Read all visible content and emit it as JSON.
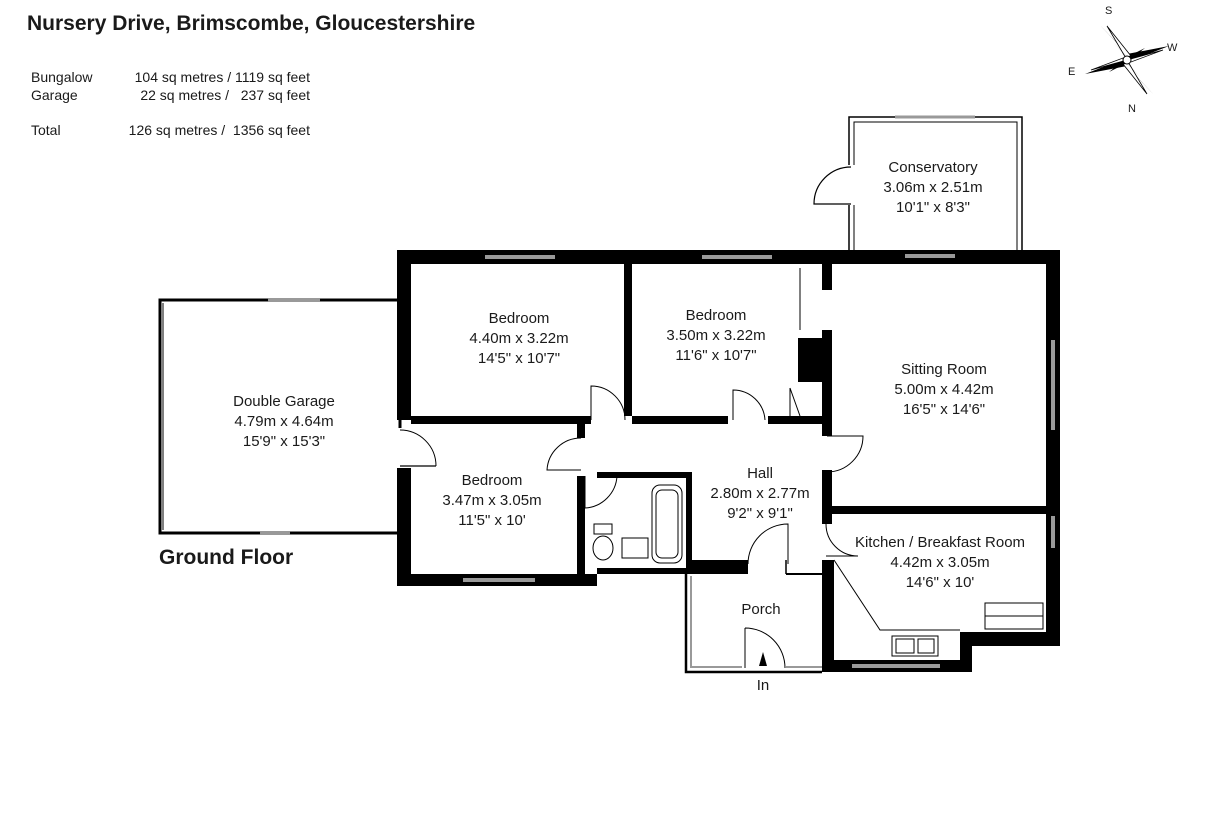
{
  "title": "Nursery Drive, Brimscombe, Gloucestershire",
  "floor_label": "Ground Floor",
  "areas": [
    {
      "label": "Bungalow",
      "value": "104 sq metres / 1119 sq feet"
    },
    {
      "label": "Garage",
      "value": "22 sq metres /   237 sq feet"
    },
    {
      "label": "Total",
      "value": "126 sq metres /  1356 sq feet"
    }
  ],
  "rooms": {
    "conservatory": {
      "name": "Conservatory",
      "metric": "3.06m x 2.51m",
      "imperial": "10'1\" x 8'3\""
    },
    "bedroom_1": {
      "name": "Bedroom",
      "metric": "4.40m x 3.22m",
      "imperial": "14'5\" x 10'7\""
    },
    "bedroom_2": {
      "name": "Bedroom",
      "metric": "3.50m x 3.22m",
      "imperial": "11'6\" x 10'7\""
    },
    "sitting_room": {
      "name": "Sitting Room",
      "metric": "5.00m x 4.42m",
      "imperial": "16'5\" x 14'6\""
    },
    "double_garage": {
      "name": "Double Garage",
      "metric": "4.79m x 4.64m",
      "imperial": "15'9\" x 15'3\""
    },
    "bedroom_3": {
      "name": "Bedroom",
      "metric": "3.47m x 3.05m",
      "imperial": "11'5\" x 10'"
    },
    "hall": {
      "name": "Hall",
      "metric": "2.80m x 2.77m",
      "imperial": "9'2\" x 9'1\""
    },
    "kitchen": {
      "name": "Kitchen / Breakfast Room",
      "metric": "4.42m x 3.05m",
      "imperial": "14'6\" x 10'"
    },
    "porch": {
      "name": "Porch"
    }
  },
  "entrance_label": "In",
  "compass": {
    "s": "S",
    "w": "W",
    "e": "E",
    "n": "N"
  },
  "colors": {
    "wall": "#000000",
    "window": "#999999",
    "text": "#1a1a1a"
  }
}
